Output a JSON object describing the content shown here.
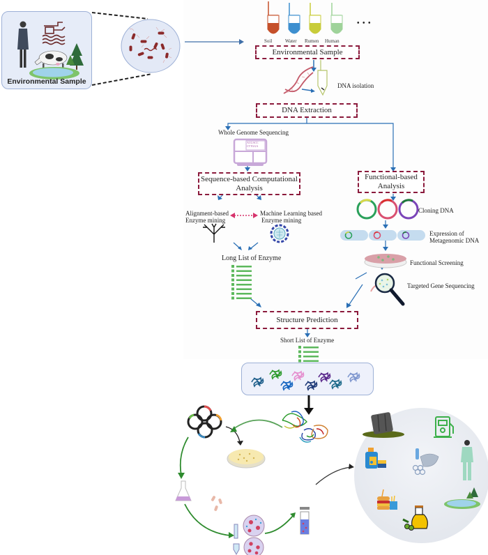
{
  "environment_card": {
    "title": "Environmental Sample",
    "icons": [
      "person-icon",
      "factory-icon",
      "cow-icon",
      "pond-icon",
      "tree-icon"
    ]
  },
  "microbe_zoom": {
    "icon": "bacteria-icon"
  },
  "sample_tubes": {
    "items": [
      {
        "label": "Soil",
        "color": "#c5502a"
      },
      {
        "label": "Water",
        "color": "#3d8fcf"
      },
      {
        "label": "Rumen",
        "color": "#c8cc3a"
      },
      {
        "label": "Human",
        "color": "#9fd39a"
      }
    ],
    "more": "• • •"
  },
  "steps": {
    "environmental_sample": "Environmental Sample",
    "dna_isolation": "DNA isolation",
    "dna_extraction": "DNA Extraction",
    "whole_genome_sequencing": "Whole Genome Sequencing",
    "sequencer_text_1": "ACGACC",
    "sequencer_text_2": "CTTGGA",
    "sequence_based": "Sequence-based Computational Analysis",
    "functional_based": "Functional-based Analysis",
    "alignment_based_1": "Alignment-based",
    "alignment_based_2": "Enzyme mining",
    "ml_based_1": "Machine Learning based",
    "ml_based_2": "Enzyme mining",
    "long_list": "Long List of Enzyme",
    "cloning_dna": "Cloning DNA",
    "expression_1": "Expression of",
    "expression_2": "Metagenomic DNA",
    "functional_screening": "Functional Screening",
    "targeted_gene_sequencing": "Targeted Gene Sequencing",
    "structure_prediction": "Structure Prediction",
    "short_list": "Short List of Enzyme"
  },
  "colors": {
    "dashed_box": "#8b1a3c",
    "arrow_blue": "#2a6fb5",
    "list_green": "#5cb85c",
    "cycle_green": "#2e8b2e",
    "ml_arrow": "#d6336c"
  },
  "protein_colors": [
    "#1f5f8b",
    "#2b9a2b",
    "#1565c0",
    "#e58fcf",
    "#1e3a78",
    "#5b2a8c",
    "#1d6a8a",
    "#7f97cf"
  ],
  "plasmid_colors": [
    {
      "ring": "#2aa05a",
      "insert": "#d9d94a"
    },
    {
      "ring": "#d94f70",
      "insert": "#d93030"
    },
    {
      "ring": "#7a44b8",
      "insert": "#1e7a3a"
    }
  ],
  "applications": [
    "oil-spill-icon",
    "biofuel-pump-icon",
    "detergent-icon",
    "plastic-waste-icon",
    "healthcare-worker-icon",
    "food-icon",
    "olive-oil-icon",
    "pond-icon"
  ]
}
